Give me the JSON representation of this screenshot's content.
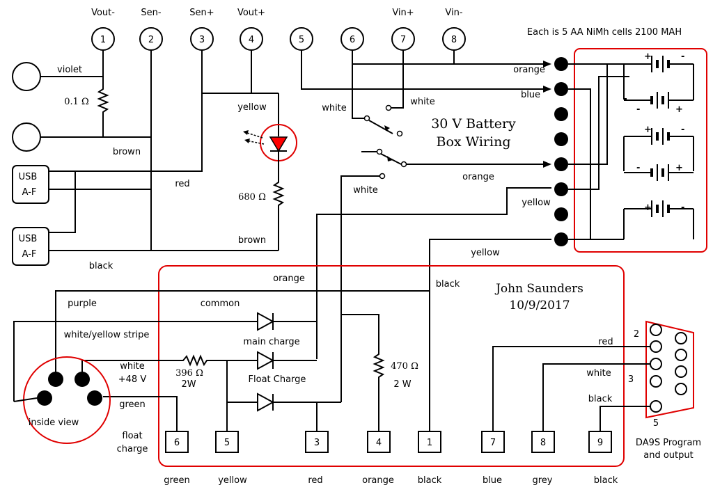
{
  "title": {
    "line1": "30 V Battery",
    "line2": "Box Wiring"
  },
  "author": {
    "name": "John Saunders",
    "date": "10/9/2017"
  },
  "battery_note": "Each is 5 AA NiMh cells 2100 MAH",
  "terminals": [
    {
      "num": "1",
      "label": "Vout-"
    },
    {
      "num": "2",
      "label": "Sen-"
    },
    {
      "num": "3",
      "label": "Sen+"
    },
    {
      "num": "4",
      "label": "Vout+"
    },
    {
      "num": "5",
      "label": ""
    },
    {
      "num": "6",
      "label": ""
    },
    {
      "num": "7",
      "label": "Vin+"
    },
    {
      "num": "8",
      "label": "Vin-"
    }
  ],
  "components": {
    "shunt": "0.1 Ω",
    "led_resistor": "680 Ω",
    "float_resistor": "396 Ω",
    "float_resistor_w": "2W",
    "load_resistor": "470 Ω",
    "load_resistor_w": "2 W",
    "usb_1": [
      "USB",
      "A-F"
    ],
    "usb_2": [
      "USB",
      "A-F"
    ],
    "main_charge": "main charge",
    "float_charge": "Float Charge"
  },
  "wire_labels": {
    "violet": "violet",
    "brown1": "brown",
    "red": "red",
    "brown2": "brown",
    "black": "black",
    "yellow_top": "yellow",
    "white_sw1": "white",
    "white_sw2": "white",
    "white_sw3": "white",
    "orange_bat1": "orange",
    "blue_bat": "blue",
    "orange_bat2": "orange",
    "yellow_bat1": "yellow",
    "yellow_bat2": "yellow",
    "orange_mid": "orange",
    "purple": "purple",
    "common": "common",
    "white_yellow": "white/yellow stripe",
    "white_48": "white",
    "plus_48": "+48 V",
    "green": "green",
    "float": "float",
    "charge": "charge",
    "black_mid": "black",
    "inside_view": "inside view",
    "red_db": "red",
    "white_db": "white",
    "black_db": "black"
  },
  "db9": {
    "pin2": "2",
    "pin3": "3",
    "pin5": "5",
    "caption1": "DA9S Program",
    "caption2": "and output"
  },
  "bottom_pins": [
    {
      "num": "6",
      "color": "green"
    },
    {
      "num": "5",
      "color": "yellow"
    },
    {
      "num": "3",
      "color": "red"
    },
    {
      "num": "4",
      "color": "orange"
    },
    {
      "num": "1",
      "color": "black"
    },
    {
      "num": "7",
      "color": "blue"
    },
    {
      "num": "8",
      "color": "grey"
    },
    {
      "num": "9",
      "color": "black"
    }
  ],
  "colors": {
    "highlight": "#e00000",
    "led": "#ff0000",
    "wire": "#000000"
  }
}
